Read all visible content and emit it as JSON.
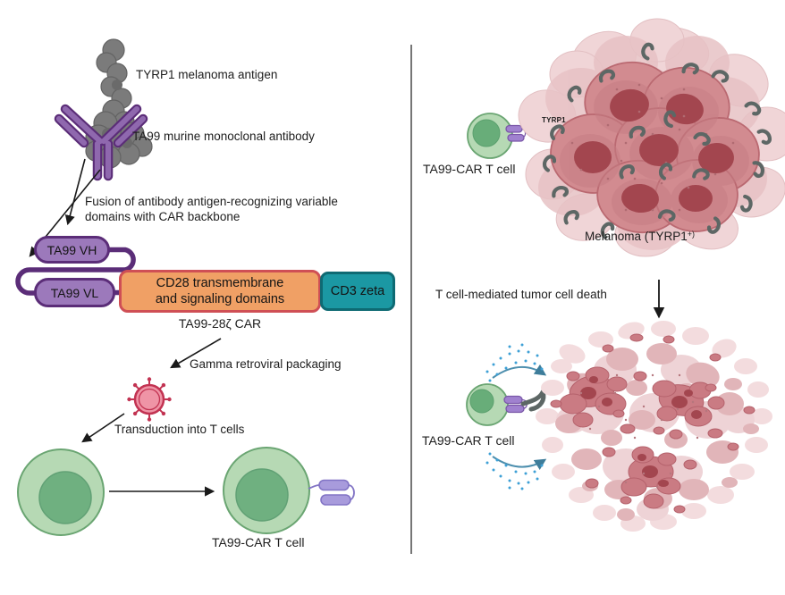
{
  "figure": {
    "left": {
      "antigen_label": "TYRP1 melanoma antigen",
      "antibody_label": "TA99 murine monoclonal antibody",
      "fusion_line1": "Fusion of antibody antigen-recognizing variable",
      "fusion_line2": "domains with CAR backbone",
      "vh_label": "TA99 VH",
      "vl_label": "TA99 VL",
      "cd28_line1": "CD28 transmembrane",
      "cd28_line2": "and signaling domains",
      "cd3_label": "CD3 zeta",
      "car_label": "TA99-28ζ CAR",
      "packaging_label": "Gamma retroviral packaging",
      "transduction_label": "Transduction into T cells",
      "car_tcell_label": "TA99-CAR T cell"
    },
    "right": {
      "tcell_top_label": "TA99-CAR T cell",
      "tyrp1_tag": "TYRP1",
      "melanoma_label": "Melanoma (TYRP1",
      "melanoma_sup": "+)",
      "death_label": "T cell-mediated tumor cell death",
      "tcell_bottom_label": "TA99-CAR T cell"
    },
    "colors": {
      "purple": "#8f68ae",
      "purple_dark": "#5b2d78",
      "box_purple": "#9c79bb",
      "car_lavender": "#a89bdc",
      "orange": "#f0a065",
      "orange_border": "#cf4f55",
      "teal": "#1b98a3",
      "teal_border": "#0e6a73",
      "virus_pink": "#ef94a6",
      "virus_border": "#c23352",
      "cell_green": "#b6d9b4",
      "cell_border": "#6aa572",
      "nucleus_green": "#6fb080",
      "tumor_pink": "#d28b90",
      "tumor_nucleus": "#a3464f",
      "antigen_gray": "#7b7b7b",
      "squiggle_gray": "#5d6765",
      "blue_dot": "#3da0d6",
      "arrow_black": "#1a1a1a"
    }
  }
}
